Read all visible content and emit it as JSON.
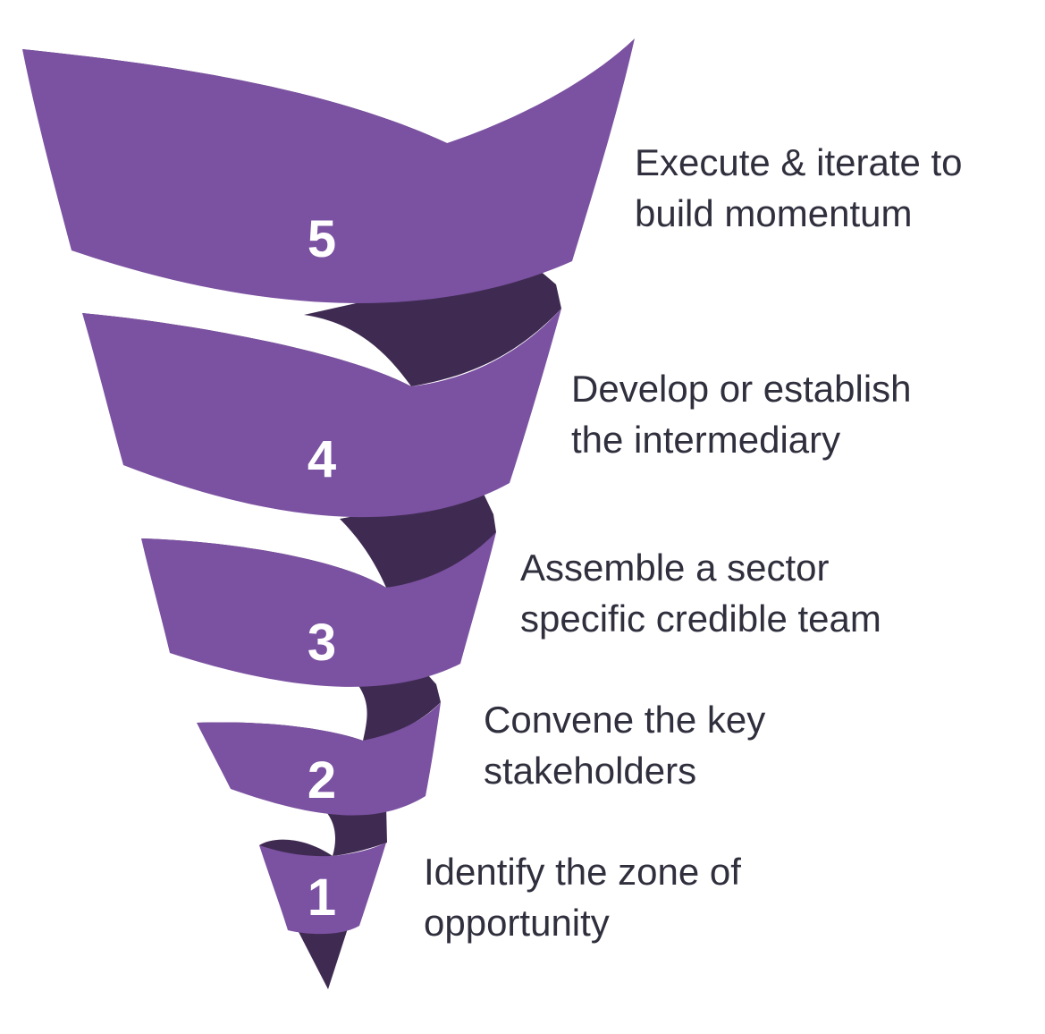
{
  "colors": {
    "band": "#7b51a1",
    "band_inner": "#3f2b52",
    "text": "#2f2f3d",
    "number": "#ffffff"
  },
  "steps": [
    {
      "number": "5",
      "line1": "Execute & iterate to",
      "line2": "build momentum"
    },
    {
      "number": "4",
      "line1": "Develop or establish",
      "line2": "the intermediary"
    },
    {
      "number": "3",
      "line1": "Assemble a sector",
      "line2": "specific credible team"
    },
    {
      "number": "2",
      "line1": "Convene the key",
      "line2": "stakeholders"
    },
    {
      "number": "1",
      "line1": "Identify the zone of",
      "line2": "opportunity"
    }
  ]
}
